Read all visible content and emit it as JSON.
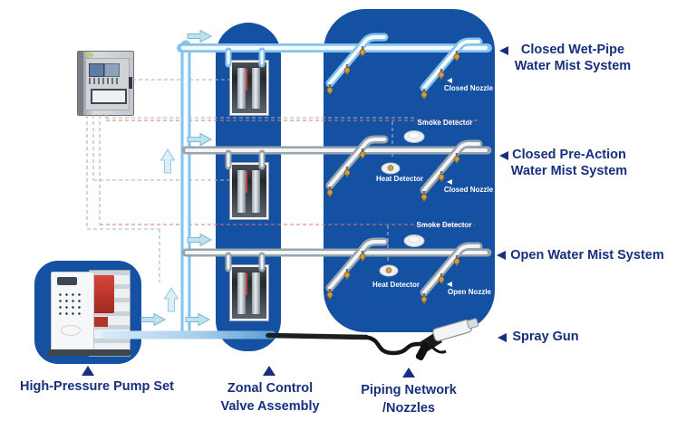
{
  "systems": [
    {
      "line1": "Closed Wet-Pipe",
      "line2": "Water Mist System"
    },
    {
      "line1": "Closed Pre-Action",
      "line2": "Water Mist System"
    },
    {
      "line1": "Open Water Mist System"
    }
  ],
  "callouts": {
    "spray_gun": "Spray Gun"
  },
  "components": {
    "pump": "High-Pressure Pump Set",
    "zonal_line1": "Zonal Control",
    "zonal_line2": "Valve Assembly",
    "piping_line1": "Piping Network",
    "piping_line2": "/Nozzles"
  },
  "annotations": {
    "closed_nozzle": "Closed Nozzle",
    "open_nozzle": "Open Nozzle",
    "smoke_detector": "Smoke Detector",
    "heat_detector": "Heat Detector"
  },
  "colors": {
    "panel_blue": "#1451a3",
    "label_navy": "#172f7d",
    "wet_pipe_blue": "#85c2ec",
    "dry_pipe_gray": "#98a3ac",
    "flow_arrow_cyan": "#bfe3ee",
    "signal_red": "#e07a66",
    "signal_gray": "#a8b2ba",
    "nozzle_gold": "#cf9c42",
    "hose_black": "#1d1f21"
  }
}
